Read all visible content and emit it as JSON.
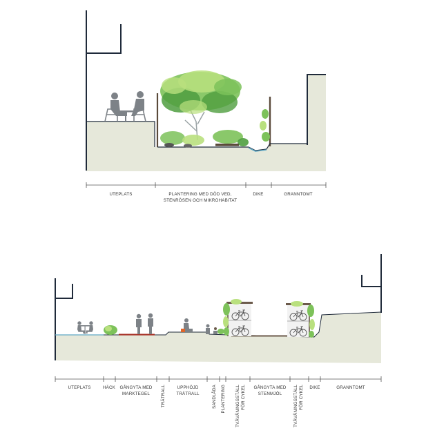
{
  "colors": {
    "ground": "#e6e8da",
    "wall": "#1f2a3a",
    "water": "#5fa7c4",
    "figure": "#7d8287",
    "foliage_dark": "#4f9e3f",
    "foliage_mid": "#7dc25a",
    "foliage_light": "#b9e07e",
    "red_path": "#a8342a",
    "brown_roof": "#6b5a4b",
    "orange_seat": "#e0662a",
    "axis": "#555555"
  },
  "icons": [
    "people-table-icon",
    "standing-person-icon",
    "tree-icon",
    "bicycle-icon",
    "hedge-icon"
  ],
  "top_section": {
    "labels": {
      "uteplats": "UTEPLATS",
      "plantering_line1": "PLANTERING MED DÖD VED,",
      "plantering_line2": "STENRÖSEN OCH MIKROHABITAT",
      "dike": "DIKE",
      "granntomt": "GRANNTOMT"
    }
  },
  "bottom_section": {
    "labels": {
      "uteplats": "UTEPLATS",
      "hack": "HÄCK",
      "gangyta_marktegel_1": "GÅNGYTA MED",
      "gangyta_marktegel_2": "MARKTEGEL",
      "tratrall": "TRÄTRALL",
      "upphojd_1": "UPPHÖJD",
      "upphojd_2": "TRÄTRALL",
      "sandlada": "SANDLÅDA",
      "plantering": "PLANTERING",
      "tvavanings_1_a": "TVÅVÅNINGSSTÄLL",
      "tvavanings_1_b": "FÖR CYKEL",
      "gangyta_stenmjol_1": "GÅNGYTA MED",
      "gangyta_stenmjol_2": "STENMJÖL",
      "tvavanings_2_a": "TVÅVÅNINGSSTÄLL",
      "tvavanings_2_b": "FÖR CYKEL",
      "dike": "DIKE",
      "granntomt": "GRANNTOMT"
    }
  }
}
